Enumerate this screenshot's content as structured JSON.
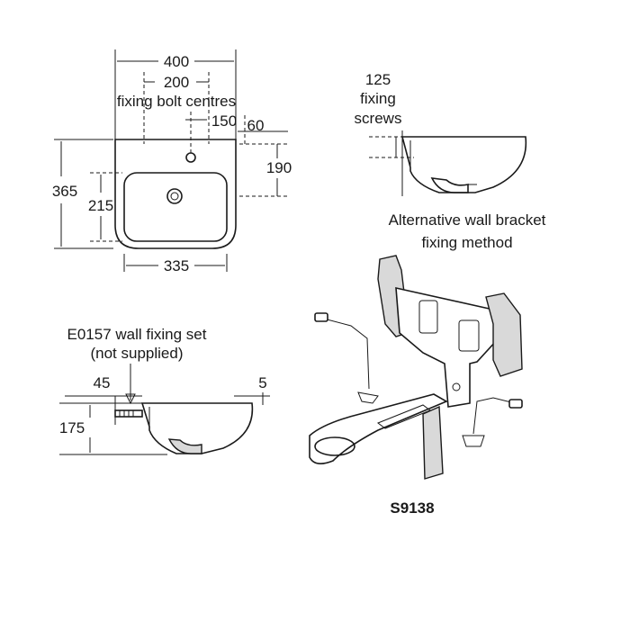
{
  "dims": {
    "overall_width": "400",
    "bolt_spacing": "200",
    "bolt_spacing_note": "fixing bolt centres",
    "tap_offset": "150",
    "depth_top": "60",
    "bolt_height": "190",
    "overall_depth": "365",
    "bowl_depth": "215",
    "bowl_width": "335",
    "screws_qty": "125",
    "screws_line1": "fixing",
    "screws_line2": "screws",
    "side_offset": "45",
    "side_gap": "5",
    "side_height": "175"
  },
  "captions": {
    "bracket_line1": "Alternative wall bracket",
    "bracket_line2": "fixing method",
    "fixing_set_line1": "E0157 wall fixing set",
    "fixing_set_line2": "(not supplied)",
    "bracket_code": "S9138"
  }
}
